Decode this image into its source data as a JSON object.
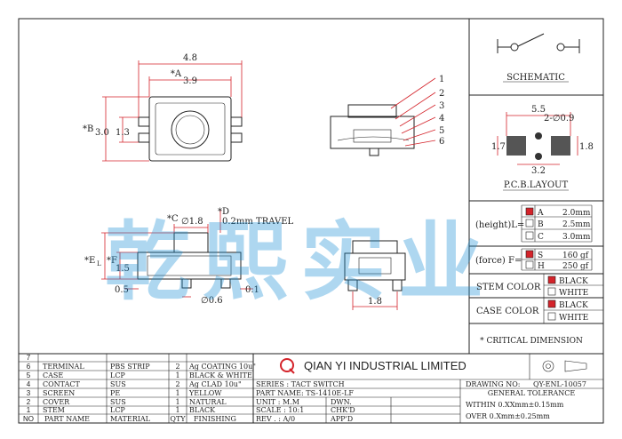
{
  "dimensions": {
    "top_width": "4.8",
    "top_inner": "*A",
    "top_inner_val": "3.9",
    "left_b": "*B",
    "left_b_val": "3.0",
    "left_13": "1.3",
    "side_c": "*C",
    "side_c_val": "∅1.8",
    "side_d": "*D",
    "side_d_val": "0.2mm TRAVEL",
    "side_el": "*E",
    "side_el_sub": "L",
    "side_f": "*F",
    "side_15": "1.5",
    "side_05": "0.5",
    "side_06": "∅0.6",
    "side_01": "0.1",
    "end_18": "1.8",
    "callouts": [
      "1",
      "2",
      "3",
      "4",
      "5",
      "6"
    ]
  },
  "schematic": {
    "label": "SCHEMATIC"
  },
  "pcb": {
    "label": "P.C.B.LAYOUT",
    "d55": "5.5",
    "d209": "2-∅0.9",
    "d17": "1.7",
    "d18": "1.8",
    "d32": "3.2"
  },
  "height": {
    "label": "(height)L=",
    "options": [
      {
        "key": "A",
        "value": "2.0mm",
        "selected": true
      },
      {
        "key": "B",
        "value": "2.5mm",
        "selected": false
      },
      {
        "key": "C",
        "value": "3.0mm",
        "selected": false
      }
    ]
  },
  "force": {
    "label": "(force) F=",
    "options": [
      {
        "key": "S",
        "value": "160 gf",
        "selected": true
      },
      {
        "key": "H",
        "value": "250 gf",
        "selected": false
      }
    ]
  },
  "stem_color": {
    "label": "STEM COLOR",
    "options": [
      {
        "key": "BLACK",
        "selected": true
      },
      {
        "key": "WHITE",
        "selected": false
      }
    ]
  },
  "case_color": {
    "label": "CASE COLOR",
    "options": [
      {
        "key": "BLACK",
        "selected": true
      },
      {
        "key": "WHITE",
        "selected": false
      }
    ]
  },
  "critical": "* CRITICAL  DIMENSION",
  "watermark": "乾熙实业",
  "bom": {
    "rows": [
      {
        "no": "7",
        "part": "",
        "material": "",
        "qty": "",
        "finish": ""
      },
      {
        "no": "6",
        "part": "TERMINAL",
        "material": "PBS STRIP",
        "qty": "2",
        "finish": "Ag COATING  10u\""
      },
      {
        "no": "5",
        "part": "CASE",
        "material": "LCP",
        "qty": "1",
        "finish": "BLACK & WHITE"
      },
      {
        "no": "4",
        "part": "CONTACT",
        "material": "SUS",
        "qty": "2",
        "finish": "Ag CLAD  10u\""
      },
      {
        "no": "3",
        "part": "SCREEN",
        "material": "PE",
        "qty": "1",
        "finish": "YELLOW"
      },
      {
        "no": "2",
        "part": "COVER",
        "material": "SUS",
        "qty": "1",
        "finish": "NATURAL"
      },
      {
        "no": "1",
        "part": "STEM",
        "material": "LCP",
        "qty": "1",
        "finish": "BLACK"
      }
    ],
    "header": {
      "no": "NO",
      "part": "PART NAME",
      "material": "MATERIAL",
      "qty": "QTY",
      "finish": "FINISHING"
    }
  },
  "company": "QIAN  YI  INDUSTRIAL  LIMITED",
  "title_block": {
    "series": "SERIES : TACT SWITCH",
    "part_name": "PART NAME: TS-1410E-LF",
    "unit": "UNIT : M.M",
    "scale": "SCALE : 10:1",
    "rev": "REV . : A/0",
    "dwn": "DWN.",
    "chkd": "CHK'D",
    "appd": "APP'D",
    "drawing_no_label": "DRAWING NO:",
    "drawing_no": "QY-ENL-10057",
    "general_tol": "GENERAL TOLERANCE",
    "tol1": "WITHIN  0.XXmm±0.15mm",
    "tol2": "OVER    0.Xmm±0.25mm"
  },
  "colors": {
    "dimension": "#d4232a",
    "selected": "#d4232a",
    "watermark": "#1a8fd6",
    "logo": "#d4232a"
  }
}
